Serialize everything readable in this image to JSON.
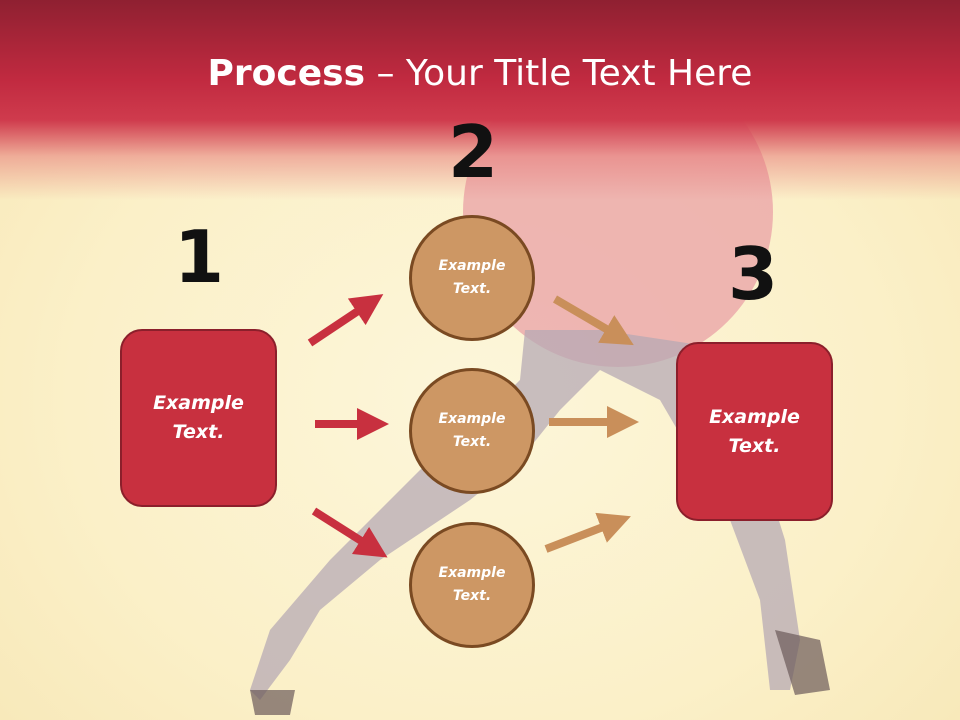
{
  "title": {
    "bold": "Process",
    "rest": " – Your Title Text Here"
  },
  "steps": [
    {
      "number": "1",
      "text": "Example Text."
    },
    {
      "number": "2"
    },
    {
      "number": "3",
      "text": "Example Text."
    }
  ],
  "circles": [
    {
      "text": "Example Text."
    },
    {
      "text": "Example Text."
    },
    {
      "text": "Example Text."
    }
  ],
  "colors": {
    "header": "#c12a40",
    "box_fill": "#c8303f",
    "circle_fill": "#cd9764",
    "arrow_red": "#c8303f",
    "arrow_tan": "#c98f5a"
  }
}
